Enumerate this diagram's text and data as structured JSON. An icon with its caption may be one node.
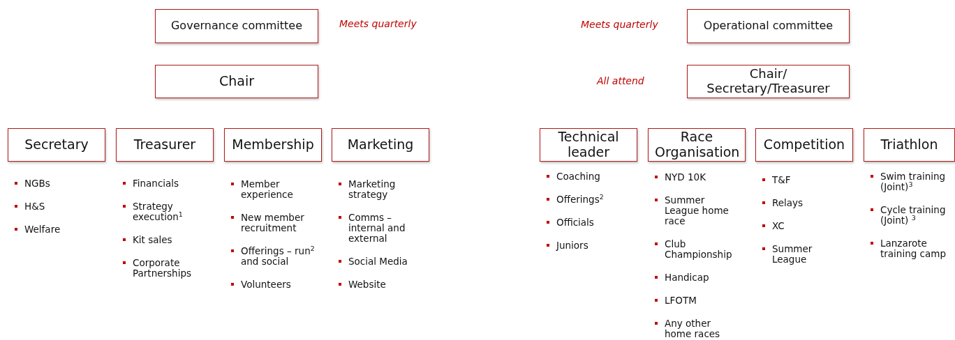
{
  "diagram": {
    "nodes": [
      {
        "text": [
          "Governance committee"
        ],
        "beside": [
          "Meets quarterly"
        ]
      },
      {
        "text": [
          "Chair"
        ]
      },
      {
        "text": [
          "Secretary"
        ],
        "beside": [
          "NGBs",
          "H&S",
          "Welfare"
        ]
      },
      {
        "text": [
          "Treasurer"
        ],
        "beside": [
          "Financials",
          "Strategy execution$^{1}$",
          "Kit sales",
          "Corporate Partnerships"
        ]
      },
      {
        "text": [
          "Membership"
        ],
        "beside": [
          "Member experience",
          "New member recruitment",
          "Offerings – run$^{2}$ and social",
          "Volunteers"
        ]
      },
      {
        "text": [
          "Marketing"
        ],
        "beside": [
          "Marketing strategy",
          "Comms – internal and external",
          "Social Media",
          "Website"
        ]
      },
      {
        "text": [
          "Operational committee"
        ],
        "beside": [
          "Meets quarterly"
        ]
      },
      {
        "text": [
          "Chair/ Secretary/Treasurer"
        ]
      },
      {
        "text": [
          "Technical leader"
        ],
        "beside": [
          "Coaching",
          "Offerings$^{2}$",
          "Officials",
          "Juniors"
        ]
      },
      {
        "text": [
          "Race Organisation"
        ],
        "beside": [
          "NYD 10K",
          "Summer League home race",
          "Club Championship",
          "Handicap",
          "LFOTM",
          "Any other home races"
        ]
      },
      {
        "text": [
          "Competition"
        ],
        "beside": [
          "T&F",
          "Relays",
          "XC",
          "Summer League"
        ]
      },
      {
        "text": [
          "Triathlon"
        ],
        "beside": [
          "Swim training (Joint)$^{3}$",
          "Cycle training (Joint) $^{3}$",
          "Lanzarote training camp"
        ]
      }
    ],
    "edges": [],
    "labels": [
      "All attend"
    ]
  }
}
